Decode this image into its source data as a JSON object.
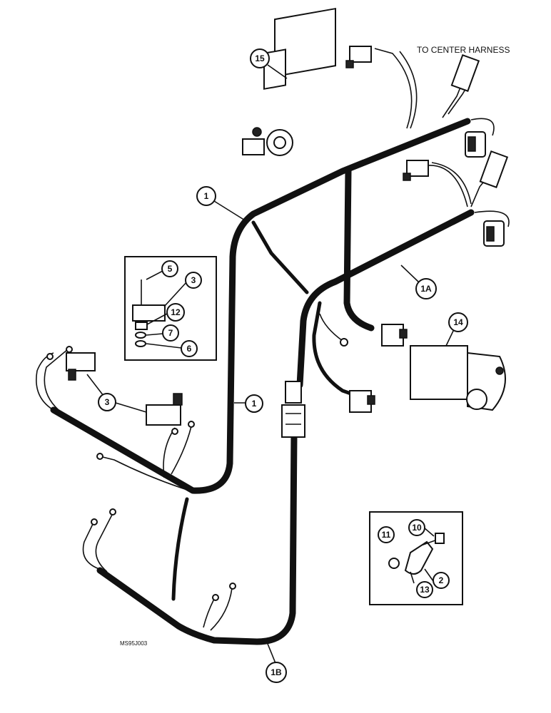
{
  "labels": {
    "to_center_harness": "TO CENTER HARNESS",
    "drawing_code": "MS95J003"
  },
  "callouts": {
    "c15": "15",
    "c1_top": "1",
    "c1_mid": "1",
    "c1a": "1A",
    "c1b": "1B",
    "c14": "14",
    "c5": "5",
    "c3_inset": "3",
    "c12": "12",
    "c7": "7",
    "c6": "6",
    "c3_main": "3",
    "c10": "10",
    "c11": "11",
    "c2": "2",
    "c13": "13"
  }
}
